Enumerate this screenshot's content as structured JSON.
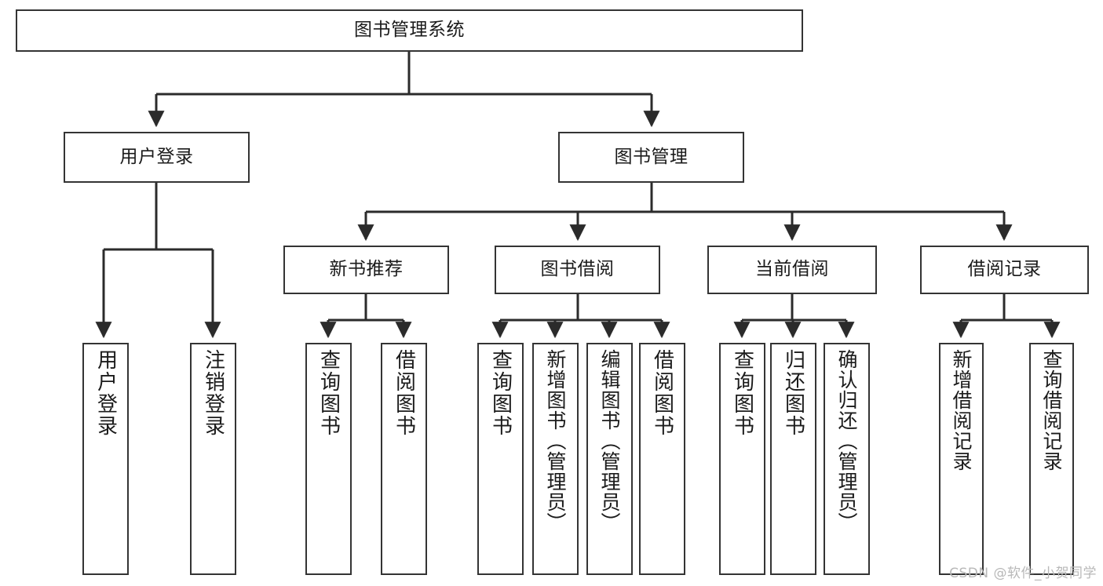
{
  "diagram": {
    "title": "图书管理系统",
    "type": "tree-hierarchy-diagram",
    "colors": {
      "box_border": "#343434",
      "box_fill": "#ffffff",
      "connector": "#2b2b2b",
      "text": "#1b1b1b",
      "watermark": "#b8b8b8",
      "background": "#ffffff"
    },
    "root": {
      "label": "图书管理系统"
    },
    "level2": [
      {
        "id": "user-login",
        "label": "用户登录"
      },
      {
        "id": "book-manage",
        "label": "图书管理"
      }
    ],
    "level3": [
      {
        "id": "new-book-recommend",
        "label": "新书推荐",
        "parent": "book-manage"
      },
      {
        "id": "book-borrow",
        "label": "图书借阅",
        "parent": "book-manage"
      },
      {
        "id": "current-borrow",
        "label": "当前借阅",
        "parent": "book-manage"
      },
      {
        "id": "borrow-record",
        "label": "借阅记录",
        "parent": "book-manage"
      }
    ],
    "leaves": [
      {
        "id": "leaf-user-login",
        "label": "用户登录",
        "parent": "user-login"
      },
      {
        "id": "leaf-logout-login",
        "label": "注销登录",
        "parent": "user-login"
      },
      {
        "id": "leaf-query-book-1",
        "label": "查询图书",
        "parent": "new-book-recommend"
      },
      {
        "id": "leaf-borrow-book-1",
        "label": "借阅图书",
        "parent": "new-book-recommend"
      },
      {
        "id": "leaf-query-book-2",
        "label": "查询图书",
        "parent": "book-borrow"
      },
      {
        "id": "leaf-add-book",
        "label": "新增图书（管理员）",
        "parent": "book-borrow"
      },
      {
        "id": "leaf-edit-book",
        "label": "编辑图书（管理员）",
        "parent": "book-borrow"
      },
      {
        "id": "leaf-borrow-book-2",
        "label": "借阅图书",
        "parent": "book-borrow"
      },
      {
        "id": "leaf-query-book-3",
        "label": "查询图书",
        "parent": "current-borrow"
      },
      {
        "id": "leaf-return-book",
        "label": "归还图书",
        "parent": "current-borrow"
      },
      {
        "id": "leaf-confirm-return",
        "label": "确认归还（管理员）",
        "parent": "current-borrow"
      },
      {
        "id": "leaf-add-borrow-record",
        "label": "新增借阅记录",
        "parent": "borrow-record"
      },
      {
        "id": "leaf-query-borrow-record",
        "label": "查询借阅记录",
        "parent": "borrow-record"
      }
    ]
  },
  "watermark": {
    "text": "CSDN @软件_小贺同学"
  }
}
